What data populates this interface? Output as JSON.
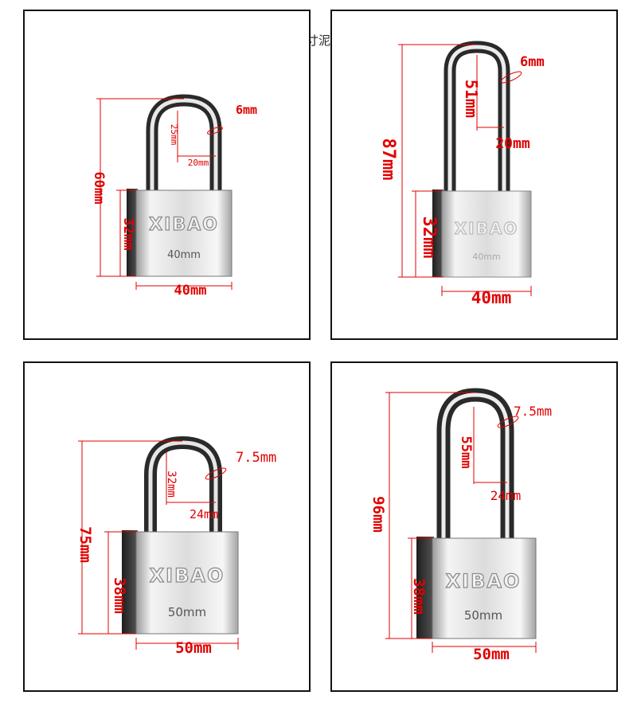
{
  "watermark": "万寸泥",
  "colors": {
    "dimension": "#e00000",
    "frame": "#111111"
  },
  "locks": [
    {
      "brand": "XIBAO",
      "size_mark": "40mm",
      "total_height": "60mm",
      "body_height": "32mm",
      "width": "40mm",
      "shackle_height": "25mm",
      "shackle_width": "20mm",
      "shackle_diameter": "6mm"
    },
    {
      "brand": "XIBAO",
      "size_mark": "40mm",
      "total_height": "87mm",
      "body_height": "32mm",
      "width": "40mm",
      "shackle_height": "51mm",
      "shackle_width": "20mm",
      "shackle_diameter": "6mm"
    },
    {
      "brand": "XIBAO",
      "size_mark": "50mm",
      "total_height": "75mm",
      "body_height": "38mm",
      "width": "50mm",
      "shackle_height": "32mm",
      "shackle_width": "24mm",
      "shackle_diameter": "7.5mm"
    },
    {
      "brand": "XIBAO",
      "size_mark": "50mm",
      "total_height": "96mm",
      "body_height": "38mm",
      "width": "50mm",
      "shackle_height": "55mm",
      "shackle_width": "24mm",
      "shackle_diameter": "7.5mm"
    }
  ]
}
